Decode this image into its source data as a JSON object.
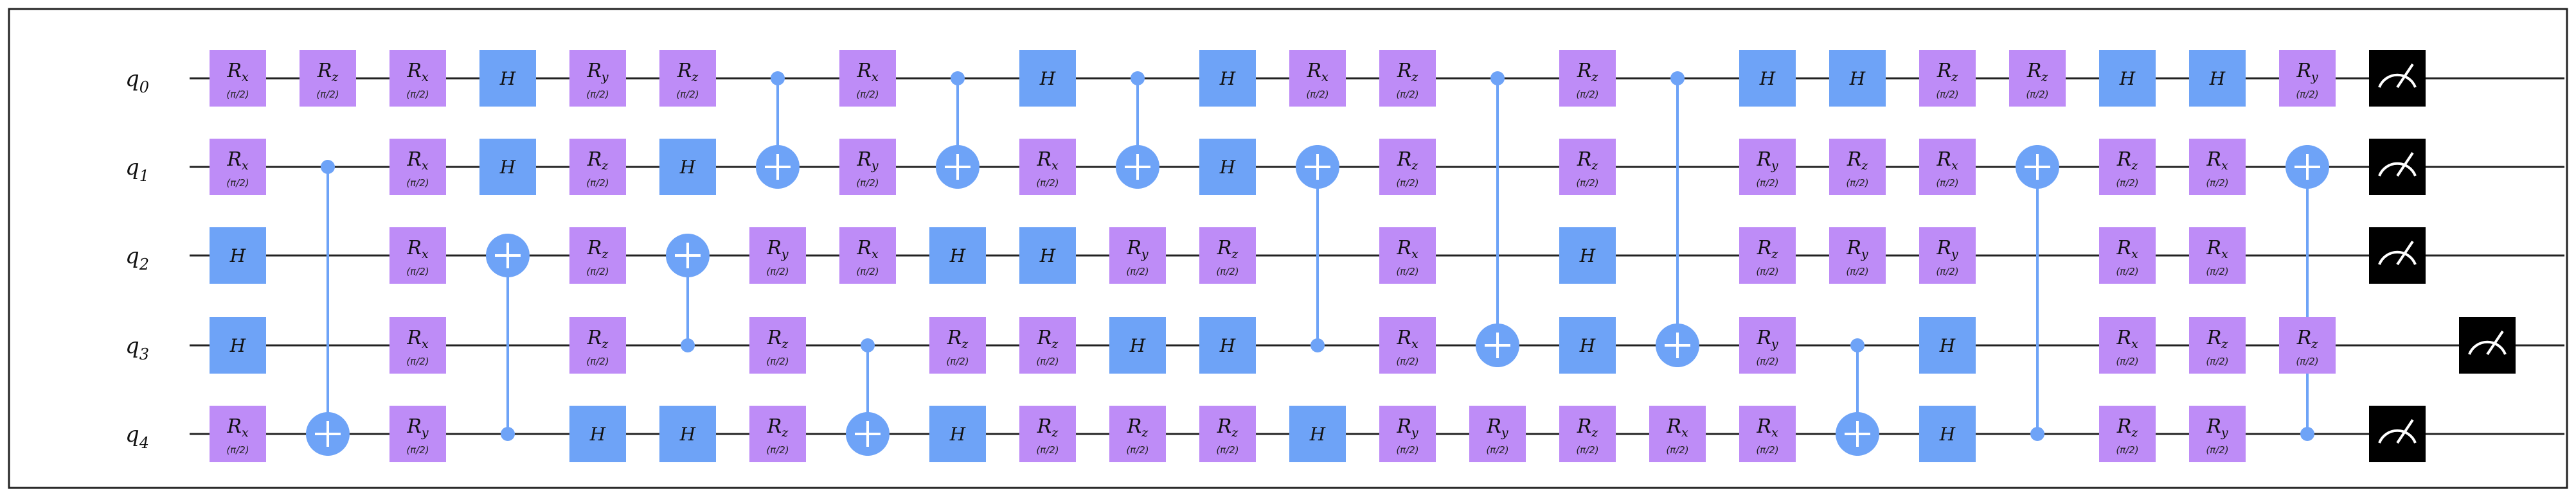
{
  "colors": {
    "rotation_gate": "#BE8CF7",
    "h_gate": "#6EA3F7",
    "control": "#6EA3F7",
    "measure_box": "#000000",
    "measure_symbol": "#ffffff",
    "wire": "#222222"
  },
  "icons": {
    "measure": "meter-icon",
    "target": "circle-plus-icon"
  },
  "qubits": [
    {
      "label": "q",
      "index": "0"
    },
    {
      "label": "q",
      "index": "1"
    },
    {
      "label": "q",
      "index": "2"
    },
    {
      "label": "q",
      "index": "3"
    },
    {
      "label": "q",
      "index": "4"
    }
  ],
  "gate_param": "(π/2)",
  "columns": [
    [
      {
        "t": "rx",
        "q": 0
      },
      {
        "t": "rx",
        "q": 1
      },
      {
        "t": "h",
        "q": 2
      },
      {
        "t": "h",
        "q": 3
      },
      {
        "t": "rx",
        "q": 4
      }
    ],
    [
      {
        "t": "rz",
        "q": 0
      },
      {
        "t": "cx",
        "c": 1,
        "x": 4
      }
    ],
    [
      {
        "t": "rx",
        "q": 0
      },
      {
        "t": "rx",
        "q": 1
      },
      {
        "t": "rx",
        "q": 2
      },
      {
        "t": "rx",
        "q": 3
      },
      {
        "t": "ry",
        "q": 4
      }
    ],
    [
      {
        "t": "h",
        "q": 0
      },
      {
        "t": "h",
        "q": 1
      },
      {
        "t": "cx",
        "c": 4,
        "x": 2
      }
    ],
    [
      {
        "t": "ry",
        "q": 0
      },
      {
        "t": "rz",
        "q": 1
      },
      {
        "t": "rz",
        "q": 2
      },
      {
        "t": "rz",
        "q": 3
      },
      {
        "t": "h",
        "q": 4
      }
    ],
    [
      {
        "t": "rz",
        "q": 0
      },
      {
        "t": "h",
        "q": 1
      },
      {
        "t": "cx",
        "c": 3,
        "x": 2
      },
      {
        "t": "h",
        "q": 4
      }
    ],
    [
      {
        "t": "cx",
        "c": 0,
        "x": 1
      },
      {
        "t": "ry",
        "q": 2
      },
      {
        "t": "rz",
        "q": 3
      },
      {
        "t": "rz",
        "q": 4
      }
    ],
    [
      {
        "t": "rx",
        "q": 0
      },
      {
        "t": "ry",
        "q": 1
      },
      {
        "t": "rx",
        "q": 2
      },
      {
        "t": "cx",
        "c": 3,
        "x": 4
      }
    ],
    [
      {
        "t": "cx",
        "c": 0,
        "x": 1
      },
      {
        "t": "h",
        "q": 2
      },
      {
        "t": "rz",
        "q": 3
      },
      {
        "t": "h",
        "q": 4
      }
    ],
    [
      {
        "t": "h",
        "q": 0
      },
      {
        "t": "rx",
        "q": 1
      },
      {
        "t": "h",
        "q": 2
      },
      {
        "t": "rz",
        "q": 3
      },
      {
        "t": "rz",
        "q": 4
      }
    ],
    [
      {
        "t": "cx",
        "c": 0,
        "x": 1
      },
      {
        "t": "ry",
        "q": 2
      },
      {
        "t": "h",
        "q": 3
      },
      {
        "t": "rz",
        "q": 4
      }
    ],
    [
      {
        "t": "h",
        "q": 0
      },
      {
        "t": "h",
        "q": 1
      },
      {
        "t": "rz",
        "q": 2
      },
      {
        "t": "h",
        "q": 3
      },
      {
        "t": "rz",
        "q": 4
      }
    ],
    [
      {
        "t": "rx",
        "q": 0
      },
      {
        "t": "cx",
        "c": 3,
        "x": 1
      },
      {
        "t": "h",
        "q": 4
      }
    ],
    [
      {
        "t": "rz",
        "q": 0
      },
      {
        "t": "rz",
        "q": 1
      },
      {
        "t": "rx",
        "q": 2
      },
      {
        "t": "rx",
        "q": 3
      },
      {
        "t": "ry",
        "q": 4
      }
    ],
    [
      {
        "t": "cx",
        "c": 0,
        "x": 3
      },
      {
        "t": "ry",
        "q": 4
      }
    ],
    [
      {
        "t": "rz",
        "q": 0
      },
      {
        "t": "rz",
        "q": 1
      },
      {
        "t": "h",
        "q": 2
      },
      {
        "t": "h",
        "q": 3
      },
      {
        "t": "rz",
        "q": 4
      }
    ],
    [
      {
        "t": "cx",
        "c": 0,
        "x": 3
      },
      {
        "t": "rx",
        "q": 4
      }
    ],
    [
      {
        "t": "h",
        "q": 0
      },
      {
        "t": "ry",
        "q": 1
      },
      {
        "t": "rz",
        "q": 2
      },
      {
        "t": "ry",
        "q": 3
      },
      {
        "t": "rx",
        "q": 4
      }
    ],
    [
      {
        "t": "h",
        "q": 0
      },
      {
        "t": "rz",
        "q": 1
      },
      {
        "t": "ry",
        "q": 2
      },
      {
        "t": "cx",
        "c": 3,
        "x": 4
      }
    ],
    [
      {
        "t": "rz",
        "q": 0
      },
      {
        "t": "rx",
        "q": 1
      },
      {
        "t": "ry",
        "q": 2
      },
      {
        "t": "h",
        "q": 3
      },
      {
        "t": "h",
        "q": 4
      }
    ],
    [
      {
        "t": "rz",
        "q": 0
      },
      {
        "t": "cx",
        "c": 4,
        "x": 1
      }
    ],
    [
      {
        "t": "h",
        "q": 0
      },
      {
        "t": "rz",
        "q": 1
      },
      {
        "t": "rx",
        "q": 2
      },
      {
        "t": "rx",
        "q": 3
      },
      {
        "t": "rz",
        "q": 4
      }
    ],
    [
      {
        "t": "h",
        "q": 0
      },
      {
        "t": "rx",
        "q": 1
      },
      {
        "t": "rx",
        "q": 2
      },
      {
        "t": "rz",
        "q": 3
      },
      {
        "t": "ry",
        "q": 4
      }
    ],
    [
      {
        "t": "ry",
        "q": 0
      },
      {
        "t": "cx",
        "c": 4,
        "x": 1
      },
      {
        "t": "rz",
        "q": 3
      }
    ],
    [
      {
        "t": "m",
        "q": 0
      },
      {
        "t": "m",
        "q": 1
      },
      {
        "t": "m",
        "q": 2
      },
      {
        "t": "m",
        "q": 4
      }
    ],
    [
      {
        "t": "m",
        "q": 3
      }
    ]
  ]
}
